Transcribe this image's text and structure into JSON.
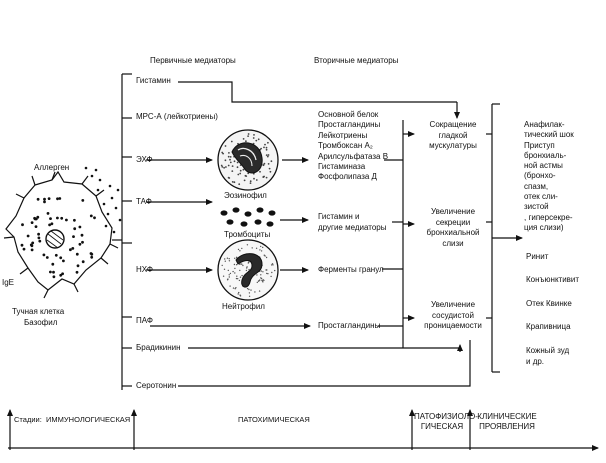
{
  "headers": {
    "primary": "Первичные медиаторы",
    "secondary": "Вторичные медиаторы"
  },
  "allergen": "Аллерген",
  "ige": "IgE",
  "mast_cell": [
    "Тучная клетка",
    "Базофил"
  ],
  "primary_mediators": {
    "histamine": "Гистамин",
    "mrsa": "МРС-А (лейкотриены)",
    "ehf": "ЭХФ",
    "taf": "ТАФ",
    "nhf": "НХФ",
    "paf": "ПАФ",
    "bradykinin": "Брадикинин",
    "serotonin": "Серотонин"
  },
  "cells": {
    "eosinophil": "Эозинофил",
    "platelets": "Тромбоциты",
    "neutrophil": "Нейтрофил"
  },
  "secondary_mediators": {
    "eos_list": [
      "Основной белок",
      "Простагландины",
      "Лейкотриены",
      "Тромбоксан A₂",
      "Арилсульфатаза В",
      "Гистаминаза",
      "Фосфолипаза Д"
    ],
    "platelet_list": [
      "Гистамин и",
      "другие медиаторы"
    ],
    "neutrophil_list": [
      "Ферменты гранул"
    ],
    "paf_list": [
      "Простагландины"
    ]
  },
  "effects": {
    "smooth": [
      "Сокращение",
      "гладкой",
      "мускулатуры"
    ],
    "secretion": [
      "Увеличение",
      "секреции",
      "бронхиальной",
      "слизи"
    ],
    "permeability": [
      "Увеличение",
      "сосудистой",
      "проницаемости"
    ]
  },
  "clinical": {
    "anaphylaxis": [
      "Анафилак-",
      "тический шок",
      "Приступ",
      "бронхиаль-",
      "ной астмы",
      "(бронхо-",
      "спазм,",
      "отек сли-",
      "зистой",
      ", гиперсекре-",
      "ция слизи)"
    ],
    "rhinitis": "Ринит",
    "conjunctivitis": "Конъюнктивит",
    "quincke": "Отек Квинке",
    "urticaria": "Крапивница",
    "itch": [
      "Кожный зуд",
      "и др."
    ]
  },
  "stages": {
    "label": "Стадии:",
    "immunological": "ИММУНОЛОГИЧЕСКАЯ",
    "pathochemical": "ПАТОХИМИЧЕСКАЯ",
    "pathophysiological": [
      "ПАТОФИЗИОЛО-",
      "ГИЧЕСКАЯ"
    ],
    "clinical": [
      "КЛИНИЧЕСКИЕ",
      "ПРОЯВЛЕНИЯ"
    ]
  }
}
